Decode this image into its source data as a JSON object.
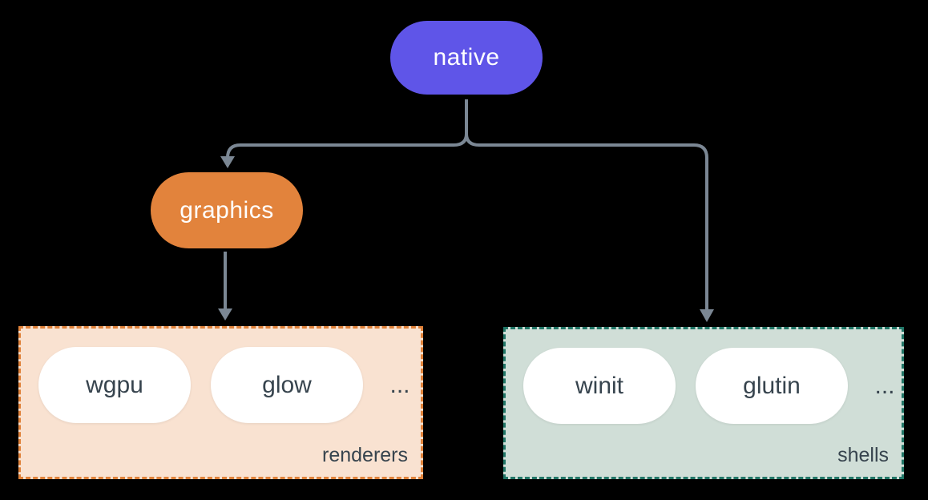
{
  "diagram": {
    "background_color": "#000000",
    "connectors": {
      "color": "#7b8794"
    },
    "nodes": {
      "native": {
        "label": "native",
        "bg": "#5f55e8",
        "text_color": "#ffffff"
      },
      "graphics": {
        "label": "graphics",
        "bg": "#e2833c",
        "text_color": "#ffffff"
      }
    },
    "groups": {
      "renderers": {
        "label": "renderers",
        "bg": "#f9e2d1",
        "border_color": "#e0823a",
        "items": [
          "wgpu",
          "glow"
        ],
        "ellipsis": "...",
        "item_text_color": "#37444e"
      },
      "shells": {
        "label": "shells",
        "bg": "#d0ded7",
        "border_color": "#217667",
        "items": [
          "winit",
          "glutin"
        ],
        "ellipsis": "...",
        "item_text_color": "#37444e"
      }
    }
  }
}
